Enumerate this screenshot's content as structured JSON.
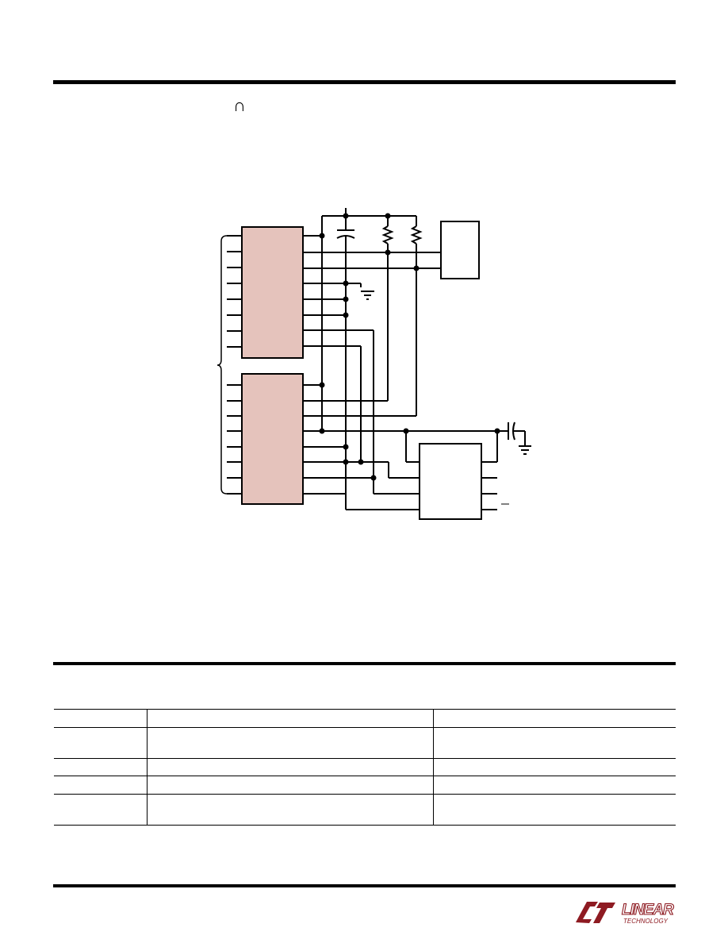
{
  "header": {
    "glyph": "∩"
  },
  "colors": {
    "chip_fill": "#e5c3bc",
    "brand": "#8e1b22",
    "ink": "#000000"
  },
  "schematic": {
    "components": [
      "chip-upper",
      "chip-lower",
      "connector-box",
      "ic-box",
      "capacitor",
      "pullup-resistor-1",
      "pullup-resistor-2",
      "decoupling-capacitor",
      "ground-symbol-1",
      "ground-symbol-2"
    ]
  },
  "table": {
    "rows": 5,
    "columns": 3
  },
  "logo": {
    "brand": "LINEAR",
    "sub": "TECHNOLOGY"
  }
}
